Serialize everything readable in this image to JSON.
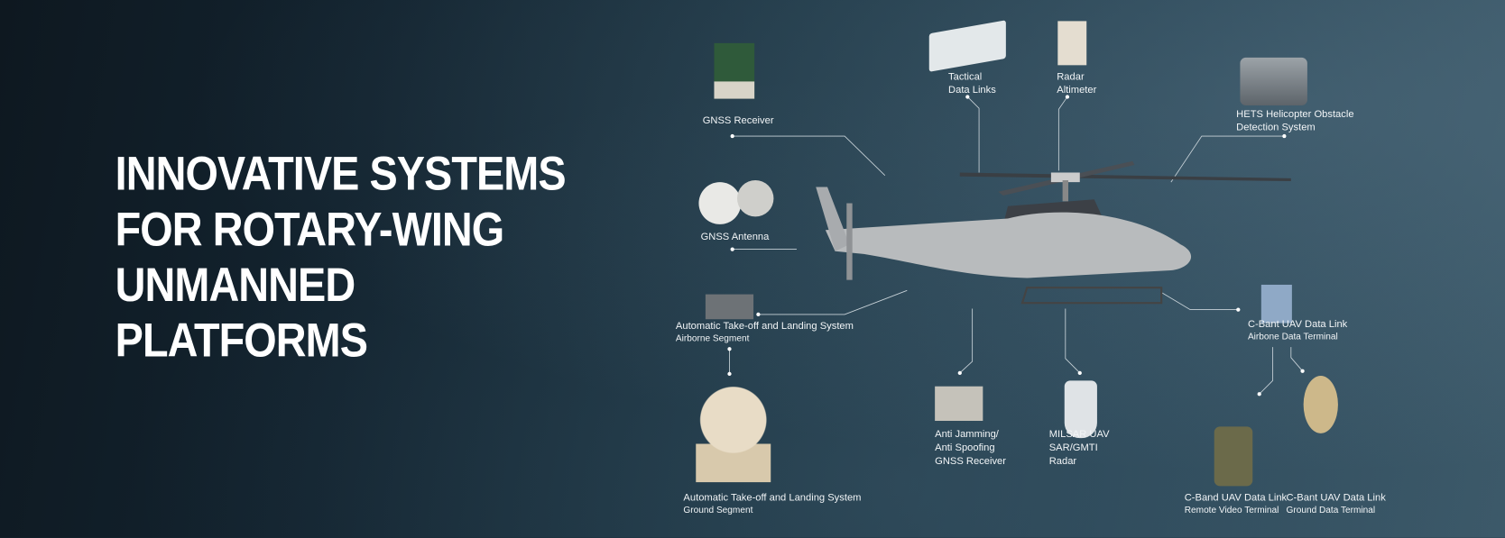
{
  "headline": [
    "INNOVATIVE SYSTEMS",
    "FOR ROTARY-WING",
    "UNMANNED",
    "PLATFORMS"
  ],
  "labels": {
    "gnss_receiver": [
      "GNSS Receiver"
    ],
    "tactical_data_links": [
      "Tactical",
      "Data Links"
    ],
    "radar_altimeter": [
      "Radar",
      "Altimeter"
    ],
    "hets": [
      "HETS Helicopter Obstacle",
      "Detection System"
    ],
    "gnss_antenna": [
      "GNSS Antenna"
    ],
    "atols_airborne": {
      "title": "Automatic Take-off and Landing System",
      "sub": "Airborne Segment"
    },
    "cbant_airbone": {
      "title": "C-Bant UAV Data Link",
      "sub": "Airbone Data Terminal"
    },
    "anti_jamming": [
      "Anti Jamming/",
      "Anti Spoofing",
      "GNSS Receiver"
    ],
    "milsar": [
      "MILSAR UAV",
      "SAR/GMTI",
      "Radar"
    ],
    "atols_ground": {
      "title": "Automatic Take-off and Landing System",
      "sub": "Ground Segment"
    },
    "cband_remote": {
      "title": "C-Band UAV Data Link",
      "sub": "Remote Video Terminal"
    },
    "cbant_ground": {
      "title": "C-Bant UAV Data Link",
      "sub": "Ground Data Terminal"
    }
  }
}
